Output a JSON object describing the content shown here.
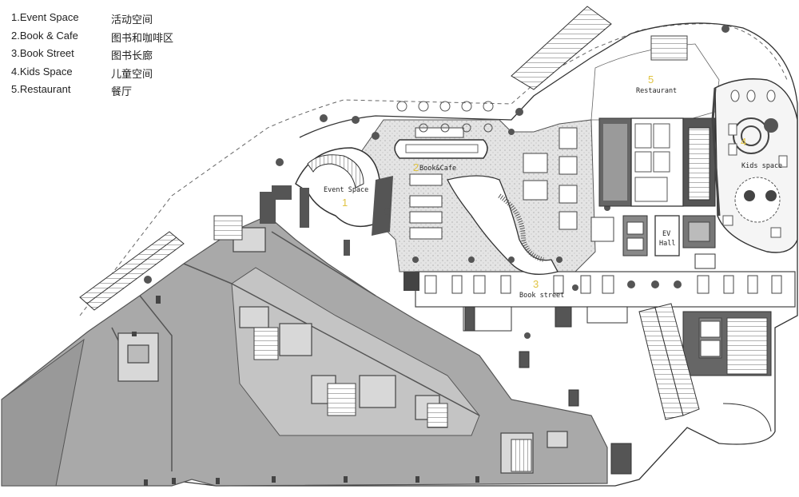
{
  "legend": [
    {
      "en": "1.Event Space",
      "cn": "活动空间"
    },
    {
      "en": "2.Book & Cafe",
      "cn": "图书和咖啡区"
    },
    {
      "en": "3.Book Street",
      "cn": "图书长廊"
    },
    {
      "en": "4.Kids Space",
      "cn": "儿童空间"
    },
    {
      "en": "5.Restaurant",
      "cn": "餐厅"
    }
  ],
  "zones": {
    "event_space": {
      "num": "1",
      "label": "Event Space"
    },
    "book_cafe": {
      "num": "2",
      "label": "Book&Cafe"
    },
    "book_street": {
      "num": "3",
      "label": "Book street"
    },
    "kids_space": {
      "num": "4",
      "label": "Kids space"
    },
    "restaurant": {
      "num": "5",
      "label": "Restaurant"
    },
    "ev_hall": {
      "line1": "EV",
      "line2": "Hall"
    }
  },
  "colors": {
    "background": "#ffffff",
    "dark_gray_area": "#a9a9a9",
    "light_gray_area": "#dcdcdc",
    "walls": "#4a4a4a",
    "zone_number": "#e0c341"
  }
}
